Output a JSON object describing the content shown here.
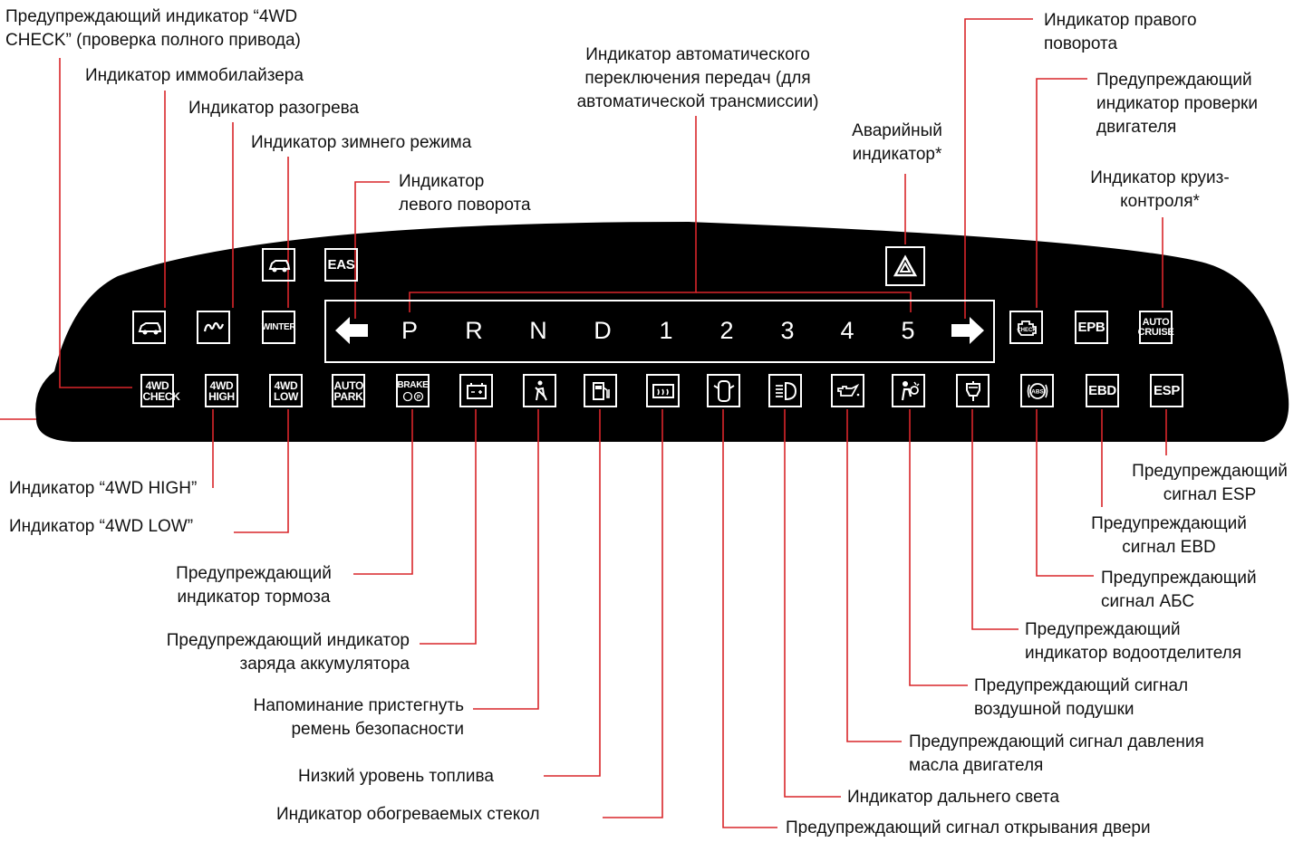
{
  "colors": {
    "leader": "#d9262a",
    "panel": "#000000",
    "panel_fg": "#ffffff",
    "text": "#111111"
  },
  "panel": {
    "row1": [
      {
        "id": "suv-icon",
        "text": ""
      },
      {
        "id": "eas",
        "text": "EAS"
      },
      {
        "id": "hazard-icon",
        "text": ""
      }
    ],
    "row2": [
      {
        "id": "suv-immo-icon",
        "text": ""
      },
      {
        "id": "glow-plug-icon",
        "text": ""
      },
      {
        "id": "winter",
        "text": "WINTER"
      },
      {
        "id": "check-engine-icon",
        "text": ""
      },
      {
        "id": "epb",
        "text": "EPB"
      },
      {
        "id": "auto-cruise",
        "text": "AUTO CRUISE"
      }
    ],
    "gears": [
      "P",
      "R",
      "N",
      "D",
      "1",
      "2",
      "3",
      "4",
      "5"
    ],
    "row3": [
      {
        "id": "4wd-check",
        "text": "4WD CHECK"
      },
      {
        "id": "4wd-high",
        "text": "4WD HIGH"
      },
      {
        "id": "4wd-low",
        "text": "4WD LOW"
      },
      {
        "id": "auto-park",
        "text": "AUTO PARK"
      },
      {
        "id": "brake",
        "text": "BRAKE"
      },
      {
        "id": "battery-icon",
        "text": ""
      },
      {
        "id": "seatbelt-icon",
        "text": ""
      },
      {
        "id": "fuel-icon",
        "text": ""
      },
      {
        "id": "defrost-icon",
        "text": ""
      },
      {
        "id": "door-icon",
        "text": ""
      },
      {
        "id": "high-beam-icon",
        "text": ""
      },
      {
        "id": "oil-can-icon",
        "text": ""
      },
      {
        "id": "airbag-icon",
        "text": ""
      },
      {
        "id": "water-separator-icon",
        "text": ""
      },
      {
        "id": "abs-icon",
        "text": "(ABS)"
      },
      {
        "id": "ebd",
        "text": "EBD"
      },
      {
        "id": "esp",
        "text": "ESP"
      }
    ]
  },
  "labels": {
    "fourwd_check": "Предупреждающий индикатор “4WD\nCHECK” (проверка полного привода)",
    "immobilizer": "Индикатор иммобилайзера",
    "glow": "Индикатор разогрева",
    "winter": "Индикатор зимнего режима",
    "left_turn": "Индикатор\nлевого поворота",
    "auto_shift": "Индикатор автоматического\nпереключения передач (для\nавтоматической трансмиссии)",
    "hazard": "Аварийный\nиндикатор*",
    "right_turn": "Индикатор  правого\nповорота",
    "check_engine": "Предупреждающий\nиндикатор проверки\nдвигателя",
    "cruise": "Индикатор круиз-\nконтроля*",
    "fourwd_high": "Индикатор “4WD HIGH”",
    "fourwd_low": "Индикатор “4WD LOW”",
    "brake": "Предупреждающий\nиндикатор тормоза",
    "battery": "Предупреждающий индикатор\nзаряда аккумулятора",
    "seatbelt": "Напоминание пристегнуть\nремень безопасности",
    "fuel": "Низкий уровень топлива",
    "defrost": "Индикатор обогреваемых стекол",
    "door": "Предупреждающий сигнал открывания двери",
    "high_beam": "Индикатор дальнего света",
    "oil": "Предупреждающий сигнал давления\nмасла двигателя",
    "airbag": "Предупреждающий сигнал\nвоздушной подушки",
    "water_sep": "Предупреждающий\nиндикатор водоотделителя",
    "abs": "Предупреждающий\nсигнал АБС",
    "ebd": "Предупреждающий\nсигнал EBD",
    "esp": "Предупреждающий\nсигнал ESP"
  }
}
